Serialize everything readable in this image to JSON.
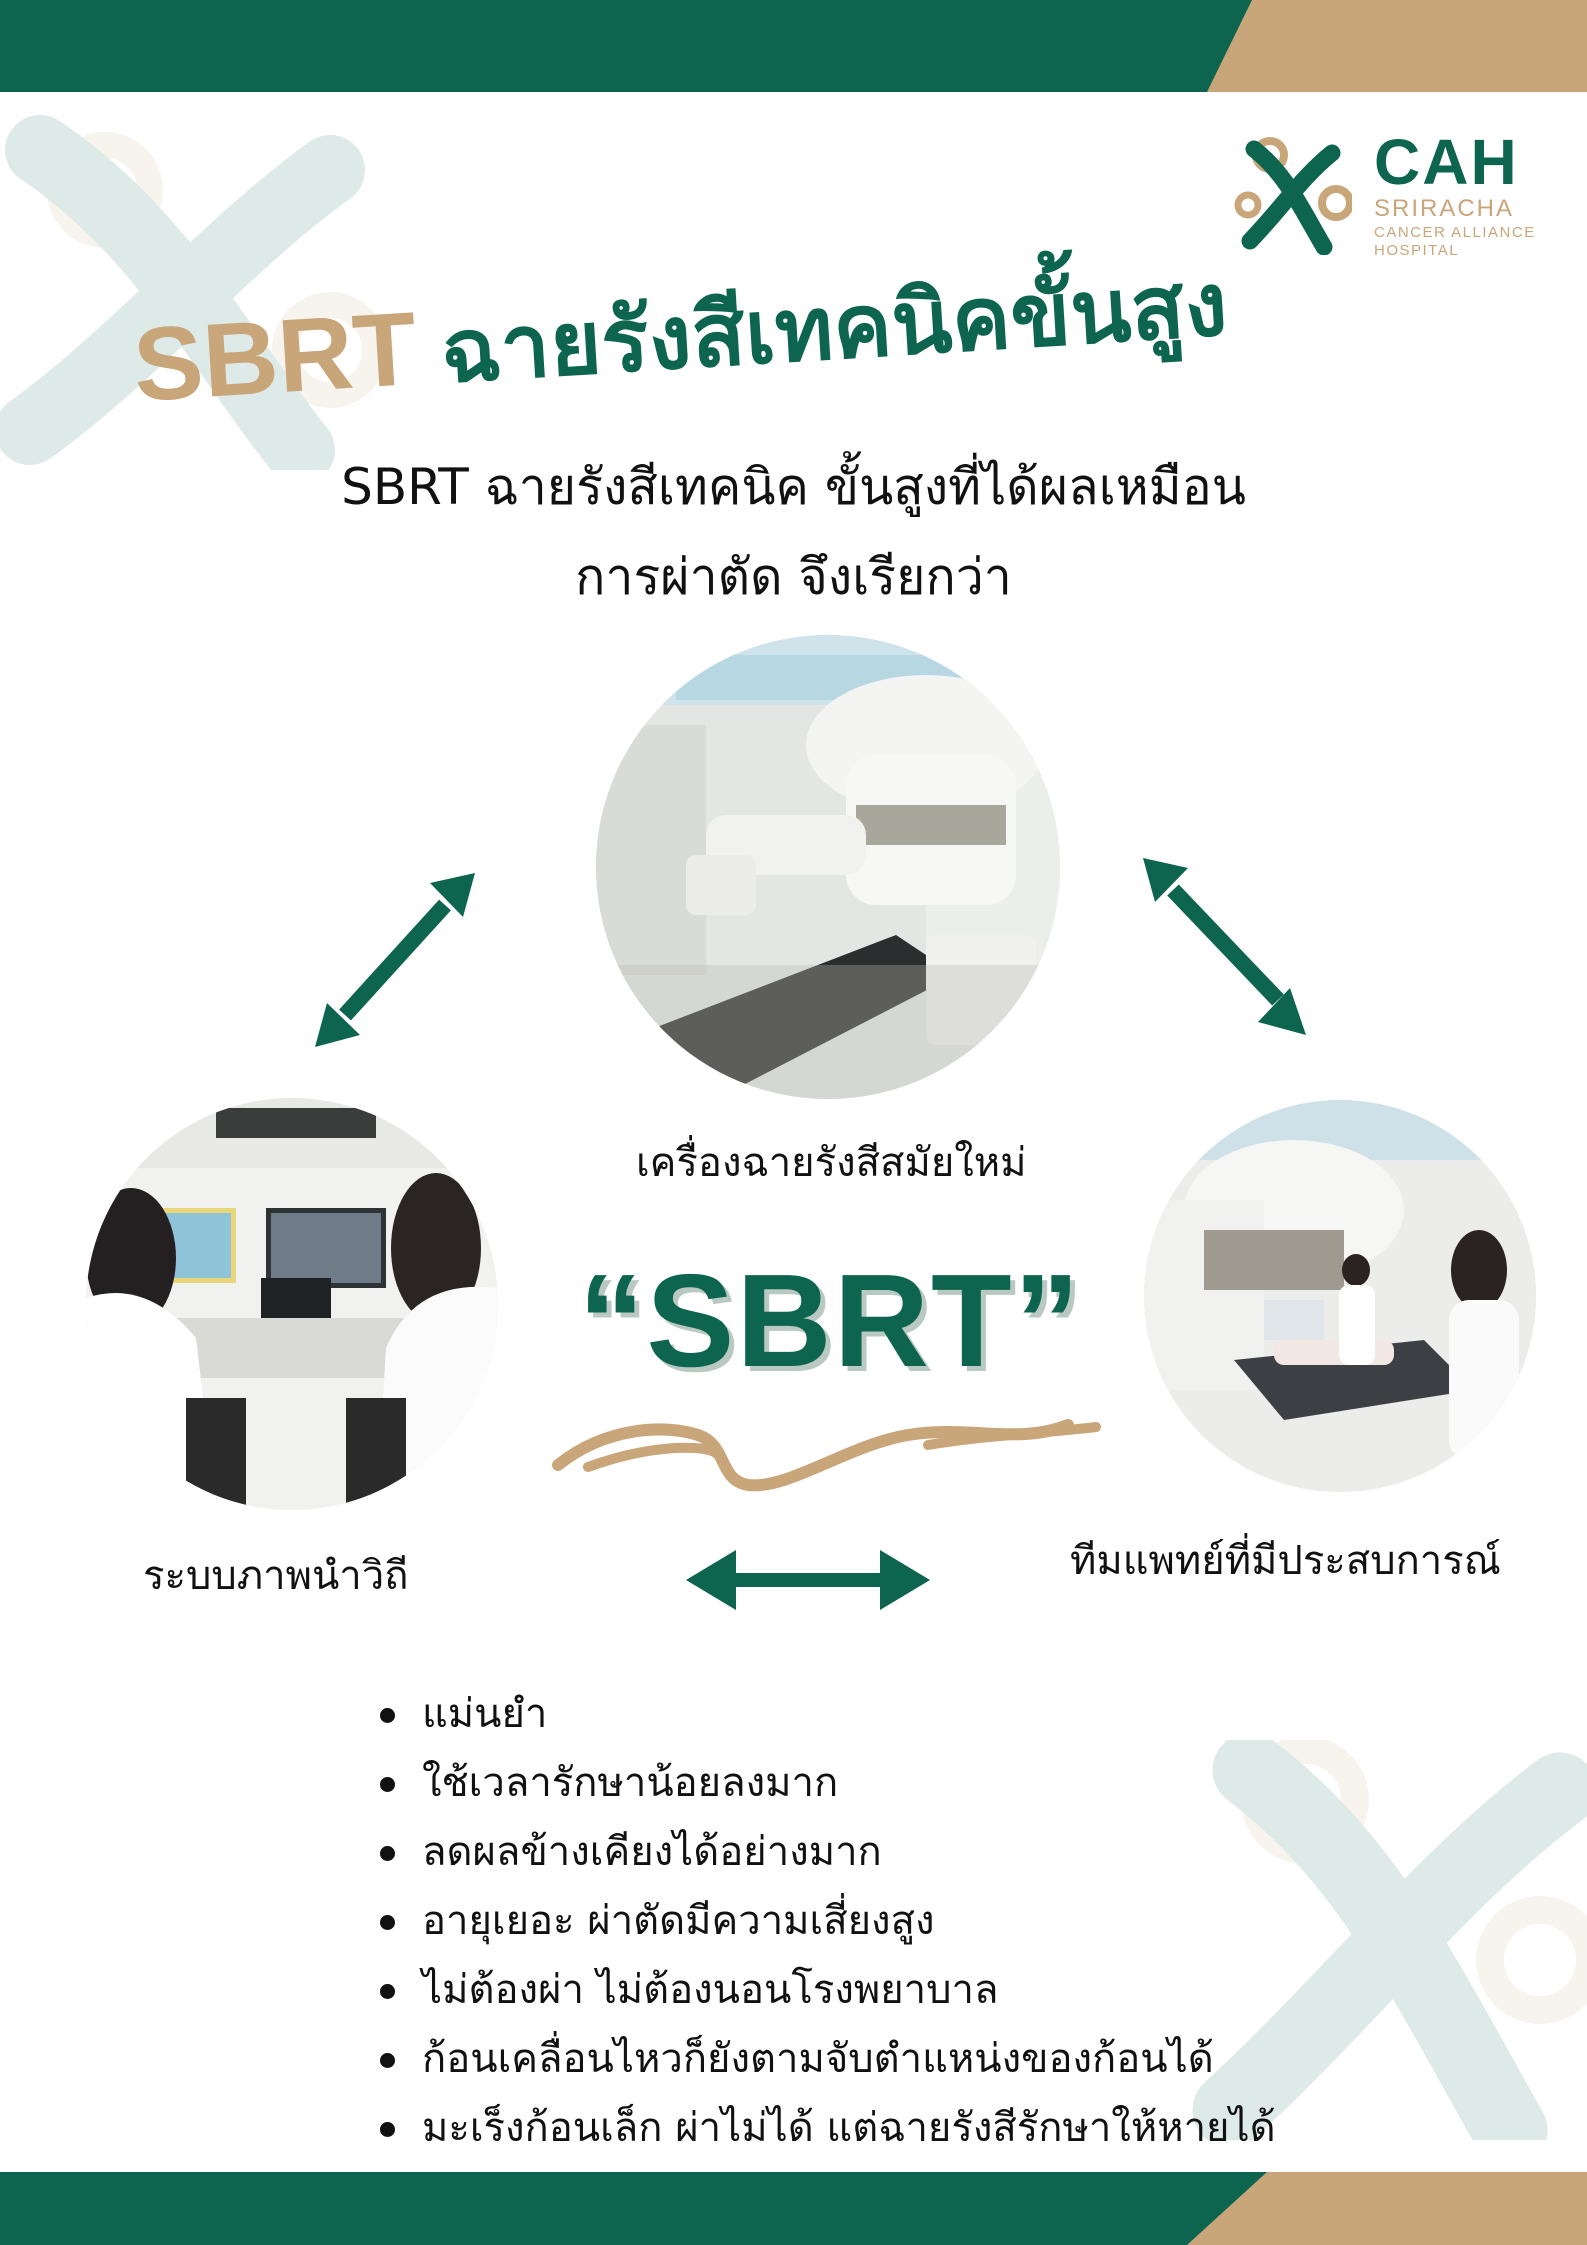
{
  "colors": {
    "brand_green": "#0d654f",
    "brand_gold": "#c9a57a"
  },
  "logo": {
    "name": "CAH",
    "line1": "SRIRACHA",
    "line2": "CANCER ALLIANCE",
    "line3": "HOSPITAL",
    "icon": "cah-logo-icon"
  },
  "headline": {
    "sbrt": "SBRT",
    "thai": "ฉายรังสีเทคนิคขั้นสูง"
  },
  "subtitle": {
    "line1": "SBRT ฉายรังสีเทคนิค ขั้นสูงที่ได้ผลเหมือน",
    "line2": "การผ่าตัด จึงเรียกว่า"
  },
  "center_title": "“SBRT”",
  "captions": {
    "top": "เครื่องฉายรังสีสมัยใหม่",
    "left": "ระบบภาพนำวิถี",
    "right": "ทีมแพทย์ที่มีประสบการณ์"
  },
  "bullets": [
    "แม่นยำ",
    "ใช้เวลารักษาน้อยลงมาก",
    "ลดผลข้างเคียงได้อย่างมาก",
    "อายุเยอะ ผ่าตัดมีความเสี่ยงสูง",
    "ไม่ต้องผ่า ไม่ต้องนอนโรงพยาบาล",
    "ก้อนเคลื่อนไหวก็ยังตามจับตำแหน่งของก้อนได้",
    "มะเร็งก้อนเล็ก ผ่าไม่ได้ แต่ฉายรังสีรักษาให้หายได้"
  ]
}
